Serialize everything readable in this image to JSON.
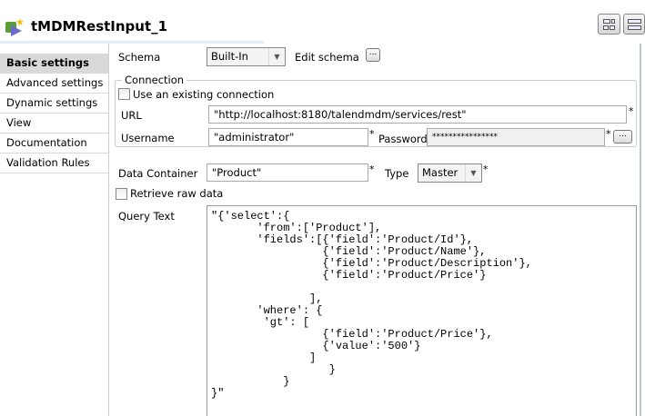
{
  "header": {
    "title": "tMDMRestInput_1"
  },
  "sidebar": {
    "items": [
      {
        "label": "Basic settings",
        "active": true
      },
      {
        "label": "Advanced settings"
      },
      {
        "label": "Dynamic settings"
      },
      {
        "label": "View"
      },
      {
        "label": "Documentation"
      },
      {
        "label": "Validation Rules"
      }
    ]
  },
  "form": {
    "schema_label": "Schema",
    "schema_value": "Built-In",
    "edit_schema_label": "Edit schema",
    "dots": "...",
    "connection_legend": "Connection",
    "use_existing_label": "Use an existing connection",
    "url_label": "URL",
    "url_value": "\"http://localhost:8180/talendmdm/services/rest\"",
    "username_label": "Username",
    "username_value": "\"administrator\"",
    "password_label": "Password",
    "password_value": "****************",
    "data_container_label": "Data Container",
    "data_container_value": "\"Product\"",
    "type_label": "Type",
    "type_value": "Master",
    "retrieve_raw_label": "Retrieve raw data",
    "query_label": "Query Text",
    "required": "*",
    "query_text": "\"{'select':{\n       'from':['Product'],\n       'fields':[{'field':'Product/Id'},\n                 {'field':'Product/Name'},\n                 {'field':'Product/Description'},\n                 {'field':'Product/Price'}\n\n               ],\n       'where': {\n        'gt': [\n                 {'field':'Product/Price'},\n                 {'value':'500'}\n               ]\n                  }\n           }\n}\""
  }
}
